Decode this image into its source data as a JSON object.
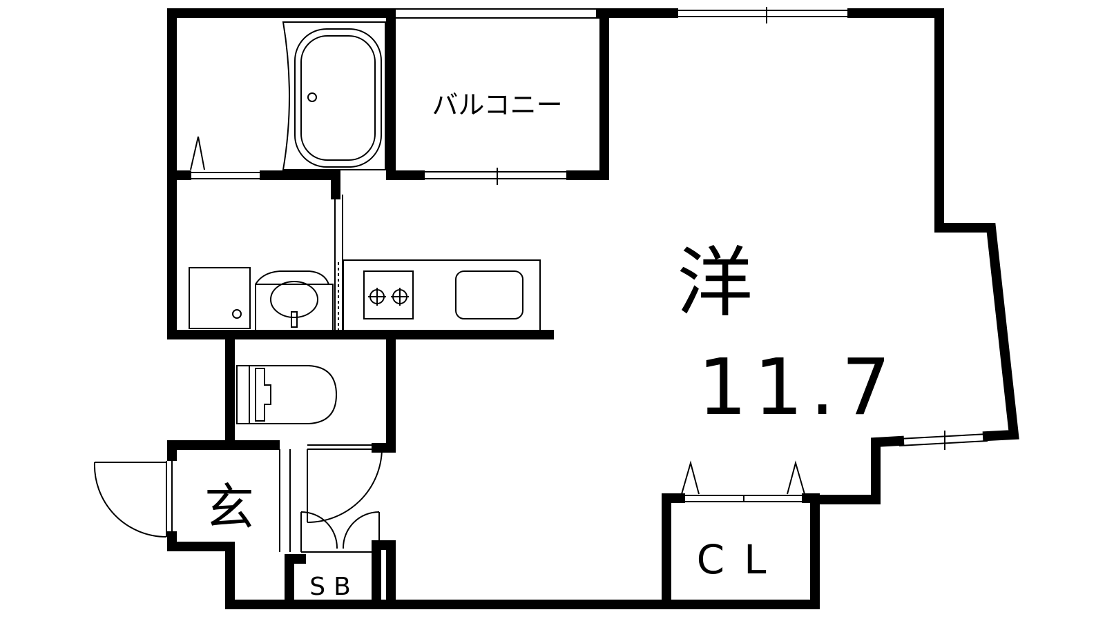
{
  "floor_plan": {
    "rooms": {
      "balcony": "バルコニー",
      "western_room": "洋",
      "western_room_size": "11.7",
      "entrance": "玄",
      "closet": "CL",
      "shoe_box": "SB"
    },
    "fixtures": [
      "bathtub-icon",
      "washing-machine-icon",
      "washbasin-icon",
      "gas-stove-icon",
      "sink-icon",
      "toilet-icon",
      "door-swing-icon",
      "window-icon"
    ],
    "colors": {
      "line": "#000000",
      "background": "#ffffff"
    }
  }
}
